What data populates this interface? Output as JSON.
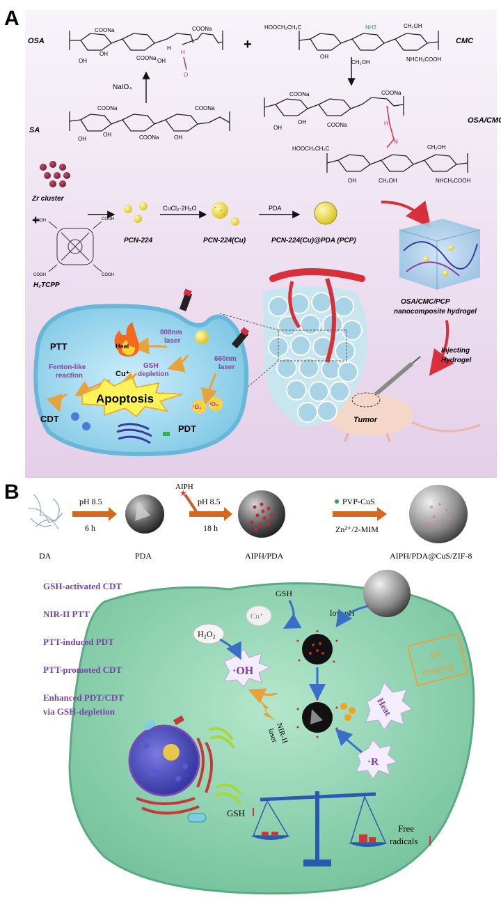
{
  "panel_a": {
    "label": "A",
    "molecules": {
      "osa": "OSA",
      "cmc": "CMC",
      "sa": "SA",
      "osa_cmc": "OSA/CMC",
      "naio4": "NaIO₄",
      "plus": "+",
      "coona": "COONa",
      "hoocch2o": "HOOCH₂CH₂C",
      "nh2": "NH2",
      "ch2oh": "CH₂OH",
      "oh": "OH",
      "nhch2cooh": "NHCH₂COOH",
      "h": "H",
      "o": "O",
      "n": "N"
    },
    "synthesis": {
      "zr_cluster": "Zr cluster",
      "plus": "+",
      "h2tcpp": "H₂TCPP",
      "cooh": "COOH",
      "pcn224": "PCN-224",
      "reagent_cu": "CuCl₂·2H₂O",
      "pcn224cu": "PCN-224(Cu)",
      "reagent_pda": "PDA",
      "pcp": "PCN-224(Cu)@PDA (PCP)"
    },
    "hydrogel": {
      "label_line1": "OSA/CMC/PCP",
      "label_line2": "nanocomposite hydrogel",
      "inject_line1": "Injecting",
      "inject_line2": "Hydrogel",
      "tumor": "Tumor"
    },
    "cell": {
      "ptt": "PTT",
      "heat": "Heat",
      "laser808_1": "808nm",
      "laser808_2": "laser",
      "cu": "Cu⁺",
      "gsh1": "GSH",
      "gsh2": "depletion",
      "fenton1": "Fenton-like",
      "fenton2": "reaction",
      "laser660_1": "660nm",
      "laser660_2": "laser",
      "apoptosis": "Apoptosis",
      "cdt": "CDT",
      "pdt": "PDT",
      "singlet": "¹O₂",
      "cu_small": "Cu"
    }
  },
  "panel_b": {
    "label": "B",
    "steps": [
      {
        "top": "pH 8.5",
        "bottom": "6 h"
      },
      {
        "top": "pH 8.5",
        "bottom": "18 h"
      },
      {
        "top": "PVP-CuS",
        "bottom": "Zn²⁺/2-MIM"
      }
    ],
    "aiph": "AIPH",
    "names": [
      "DA",
      "PDA",
      "AIPH/PDA",
      "AIPH/PDA@CuS/ZIF-8"
    ],
    "features": [
      "GSH-activated CDT",
      "NIR-II PTT",
      "PTT-induced PDT",
      "PTT-promoted CDT",
      "Enhanced PDT/CDT",
      "via GSH-depletion"
    ],
    "cell": {
      "gsh": "GSH",
      "cu": "Cu⁺",
      "low_ph": "low pH",
      "h2o2": "H₂O₂",
      "oh": "·OH",
      "pa1": "PA",
      "pa2": "imaging",
      "heat": "Heat",
      "nir1": "NIR-II",
      "nir2": "laser",
      "r": "·R",
      "gsh_down": "GSH",
      "free1": "Free",
      "free2": "radicals"
    }
  },
  "colors": {
    "panel_a_bg_top": "#f7f2fa",
    "panel_a_bg_bottom": "#e6d2ea",
    "cell_a": "#9ed8ef",
    "cell_b": "#8fd1b0",
    "arrow_orange": "#e7a23a",
    "arrow_red": "#d8303a",
    "accent_purple": "#8a3fa0",
    "step_arrow": "#d2691e"
  }
}
